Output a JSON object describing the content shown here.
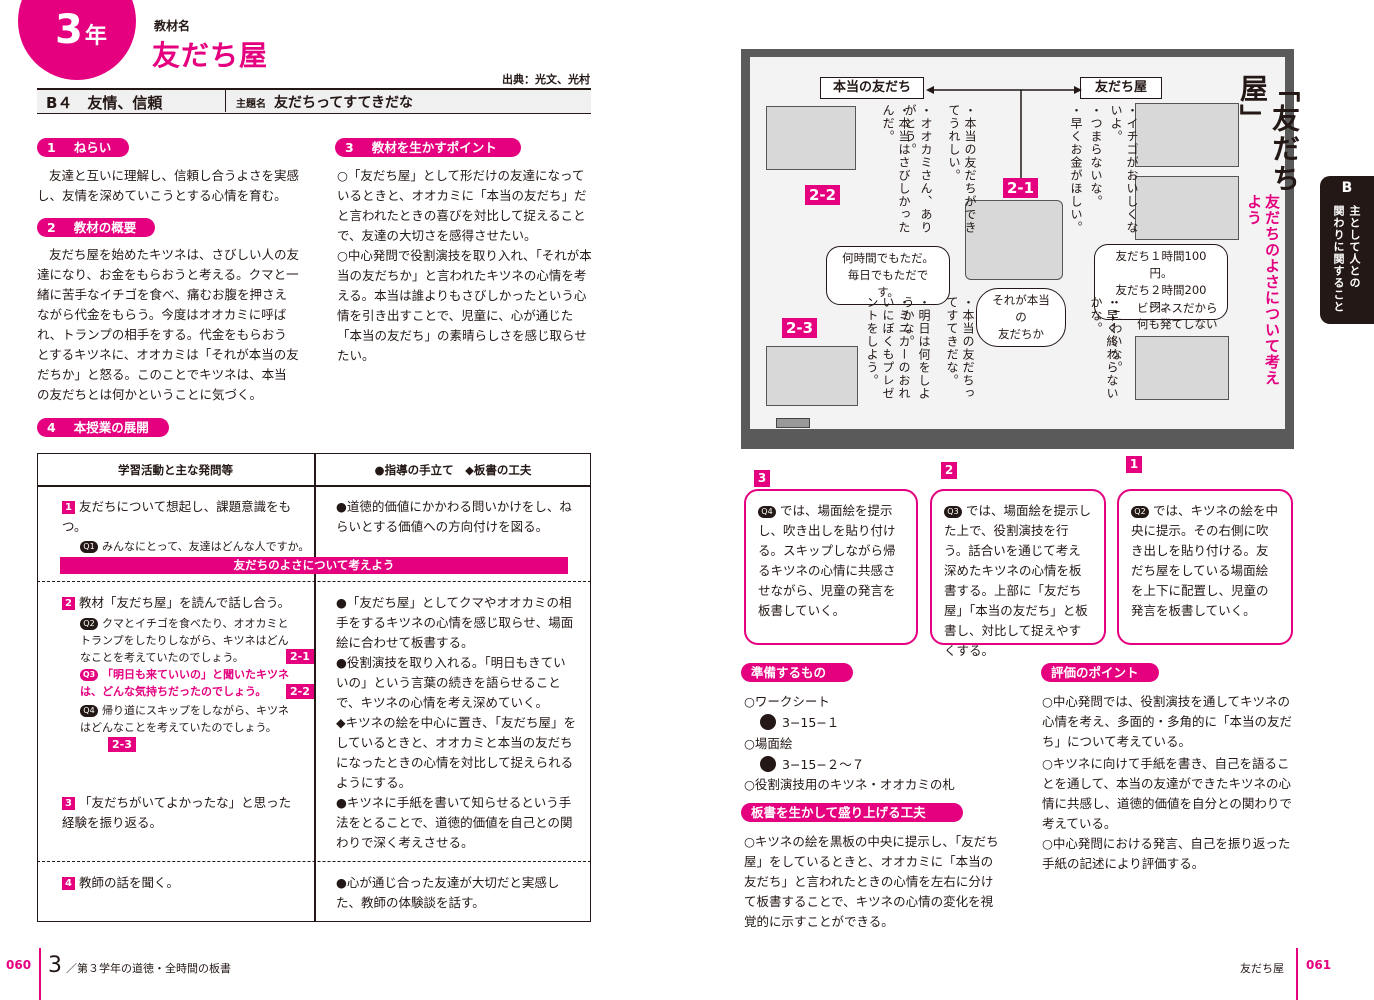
{
  "header": {
    "grade_num": "3",
    "grade_kanji": "年",
    "material_label": "教材名",
    "title": "友だち屋",
    "source": "出典：光文、光村",
    "theme_code": "B４　友情、信頼",
    "theme_label": "主題名",
    "theme_name": "友だちってすてきだな"
  },
  "sec1": {
    "num": "1",
    "title": "ねらい",
    "body": "友達と互いに理解し、信頼し合うよさを実感し、友情を深めていこうとする心情を育む。"
  },
  "sec2": {
    "num": "2",
    "title": "教材の概要",
    "body": "友だち屋を始めたキツネは、さびしい人の友達になり、お金をもらおうと考える。クマと一緒に苦手なイチゴを食べ、痛むお腹を押さえながら代金をもらう。今度はオオカミに呼ばれ、トランプの相手をする。代金をもらおうとするキツネに、オオカミは「それが本当の友だちか」と怒る。このことでキツネは、本当の友だちとは何かということに気づく。"
  },
  "sec3": {
    "num": "3",
    "title": "教材を生かすポイント",
    "items": [
      "○「友だち屋」として形だけの友達になっているときと、オオカミに「本当の友だち」だと言われたときの喜びを対比して捉えることで、友達の大切さを感得させたい。",
      "○中心発問で役割演技を取り入れ、「それが本当の友だちか」と言われたキツネの心情を考える。本当は誰よりもさびしかったという心情を引き出すことで、児童に、心が通じた「本当の友だち」の素晴らしさを感じ取らせたい。"
    ]
  },
  "sec4": {
    "num": "4",
    "title": "本授業の展開"
  },
  "table": {
    "col1_header": "学習活動と主な発問等",
    "col2_header": "●指導の手立て　◆板書の工夫",
    "row1_left_num": "1",
    "row1_left": "友だちについて想起し、課題意識をもつ。",
    "q1_tag": "Q1",
    "q1": "みんなにとって、友達はどんな人ですか。",
    "row1_right": "●道徳的価値にかかわる問いかけをし、ねらいとする価値への方向付けを図る。",
    "theme_band": "友だちのよさについて考えよう",
    "row2_left_num": "2",
    "row2_left": "教材「友だち屋」を読んで話し合う。",
    "q2_tag": "Q2",
    "q2": "クマとイチゴを食べたり、オオカミとトランプをしたりしながら、キツネはどんなことを考えていたのでしょう。",
    "q2_ref": "2-1",
    "q3_tag": "Q3",
    "q3": "「明日も来ていいの」と聞いたキツネは、どんな気持ちだったのでしょう。",
    "q3_ref": "2-2",
    "q4_tag": "Q4",
    "q4": "帰り道にスキップをしながら、キツネはどんなことを考えていたのでしょう。",
    "q4_ref": "2-3",
    "row2_right": [
      "●「友だち屋」としてクマやオオカミの相手をするキツネの心情を感じ取らせ、場面絵に合わせて板書する。",
      "●役割演技を取り入れる。「明日もきていいの」という言葉の続きを語らせることで、キツネの心情を考え深めていく。",
      "◆キツネの絵を中心に置き、「友だち屋」をしているときと、オオカミと本当の友だちになったときの心情を対比して捉えられるようにする。"
    ],
    "row3_left_num": "3",
    "row3_left": "「友だちがいてよかったな」と思った経験を振り返る。",
    "row3_right": "●キツネに手紙を書いて知らせるという手法をとることで、道徳的価値を自己との関わりで深く考えさせる。",
    "row4_left_num": "4",
    "row4_left": "教師の話を聞く。",
    "row4_right": "●心が通じ合った友達が大切だと実感した、教師の体験談を話す。"
  },
  "board": {
    "title": "「友だち屋」",
    "subtitle": "友だちのよさについて考えよう",
    "box_true": "本当の友だち",
    "box_shop": "友だち屋",
    "right_top": [
      "・イチゴがおいしくないよ。",
      "・つまらないな。",
      "・早くお金がほしい。"
    ],
    "left_top": [
      "・本当の友だちができてうれしい。",
      "・オオカミさん、ありがとう。",
      "・本当はさびしかったんだ。"
    ],
    "speech_right": [
      "友だち１時間100円。",
      "友だち２時間200円。"
    ],
    "speech_left": [
      "何時間でもただ。",
      "毎日でもただです。"
    ],
    "speech_center": [
      "それが本当の",
      "友だちか"
    ],
    "business_speech": [
      "ビジネスだから",
      "何も発てしない"
    ],
    "right_bottom": [
      "・こわいな。",
      "・早く終わらないかな。"
    ],
    "left_bottom": [
      "・本当の友だちってすてきだな。",
      "・明日は何をしようかな。",
      "・ミニカーのおれいにぼくもプレゼントをしよう。"
    ],
    "tag_21": "2-1",
    "tag_22": "2-2",
    "tag_23": "2-3"
  },
  "cards": [
    {
      "num": "3",
      "tag": "Q4",
      "text": "では、場面絵を提示し、吹き出しを貼り付ける。スキップしながら帰るキツネの心情に共感させながら、児童の発言を板書していく。"
    },
    {
      "num": "2",
      "tag": "Q3",
      "text": "では、場面絵を提示した上で、役割演技を行う。話合いを通じて考え深めたキツネの心情を板書する。上部に「友だち屋」「本当の友だち」と板書し、対比して捉えやすくする。"
    },
    {
      "num": "1",
      "tag": "Q2",
      "text": "では、キツネの絵を中央に提示。その右側に吹き出しを貼り付ける。友だち屋をしている場面絵を上下に配置し、児童の発言を板書していく。"
    }
  ],
  "prep": {
    "title": "準備するもの",
    "items": [
      "○ワークシート",
      "3−15−１",
      "○場面絵",
      "3−15−２〜７",
      "○役割演技用のキツネ・オオカミの札"
    ]
  },
  "board_tips": {
    "title": "板書を生かして盛り上げる工夫",
    "body": "○キツネの絵を黒板の中央に提示し、「友だち屋」をしているときと、オオカミに「本当の友だち」と言われたときの心情を左右に分けて板書することで、キツネの心情の変化を視覚的に示すことができる。"
  },
  "eval": {
    "title": "評価のポイント",
    "items": [
      "○中心発問では、役割演技を通してキツネの心情を考え、多面的・多角的に「本当の友だち」について考えている。",
      "○キツネに向けて手紙を書き、自己を語ることを通して、本当の友達ができたキツネの心情に共感し、道徳的価値を自分との関わりで考えている。",
      "○中心発問における発言、自己を振り返った手紙の記述により評価する。"
    ]
  },
  "side_tab": {
    "letter": "B",
    "text1": "主として人との",
    "text2": "関わりに関すること"
  },
  "footer": {
    "page_left": "060",
    "chapter": "3",
    "chapter_text": "／第３学年の道徳・全時間の板書",
    "right_title": "友だち屋",
    "page_right": "061"
  },
  "colors": {
    "accent": "#e4007f",
    "text": "#231815",
    "board": "#5a5a5a"
  }
}
